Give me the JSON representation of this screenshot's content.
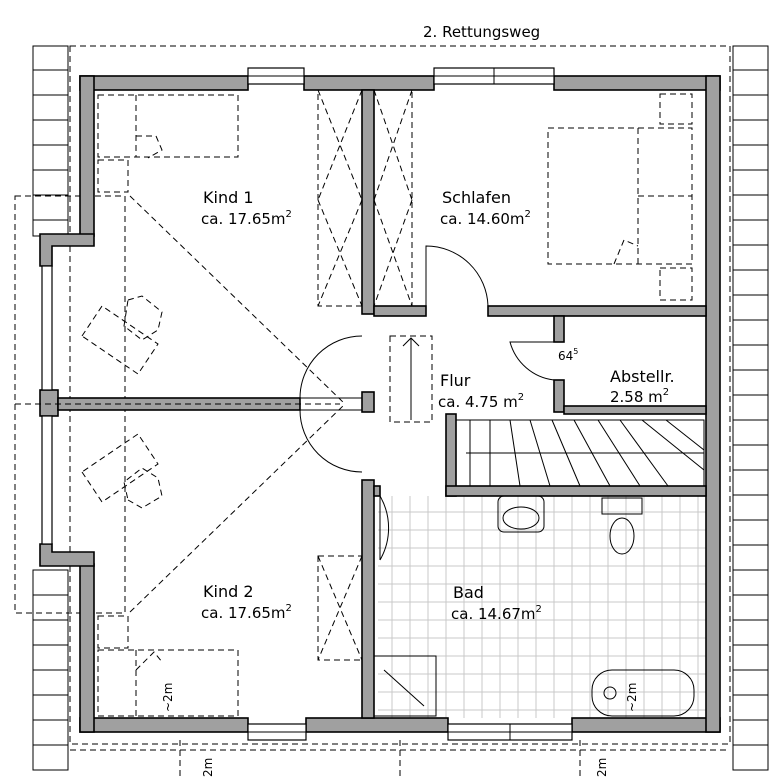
{
  "labels": {
    "rettungsweg": "2. Rettungsweg",
    "kind1_name": "Kind  1",
    "kind1_area": "ca. 17.65m",
    "schlafen_name": "Schlafen",
    "schlafen_area": "ca. 14.60m",
    "flur_name": "Flur",
    "flur_area": "ca. 4.75  m",
    "abstell_name": "Abstellr.",
    "abstell_area": "2.58  m",
    "kind2_name": "Kind  2",
    "kind2_area": "ca. 17.65m",
    "bad_name": "Bad",
    "bad_area": "ca. 14.67m",
    "squared": "2",
    "height_mark": "64",
    "height_sup": "5",
    "approx_2m": "~2m",
    "dim_2m": "2m"
  }
}
